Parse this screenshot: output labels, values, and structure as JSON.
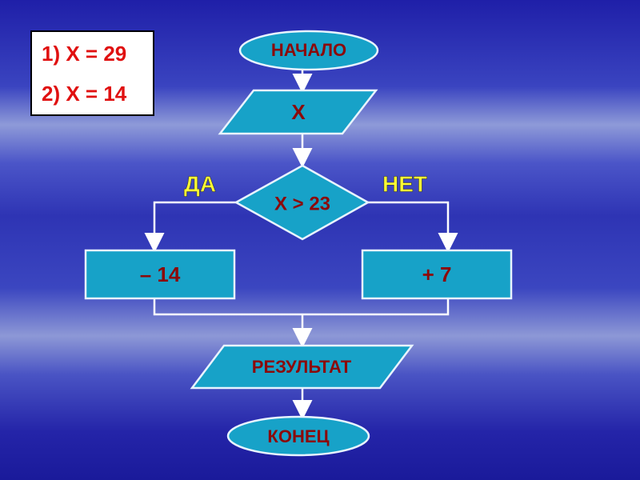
{
  "test_cases": [
    "1)  X = 29",
    "2)  X = 14"
  ],
  "flowchart": {
    "start": "НАЧАЛО",
    "input": "X",
    "condition": "X > 23",
    "yes_label": "ДА",
    "no_label": "НЕТ",
    "yes_action": "– 14",
    "no_action": "+ 7",
    "output": "РЕЗУЛЬТАТ",
    "end": "КОНЕЦ"
  },
  "colors": {
    "shape_fill": "#17a2c8",
    "shape_text": "#8b0a0a",
    "branch_label": "#ffff33",
    "case_text": "#e01010"
  }
}
